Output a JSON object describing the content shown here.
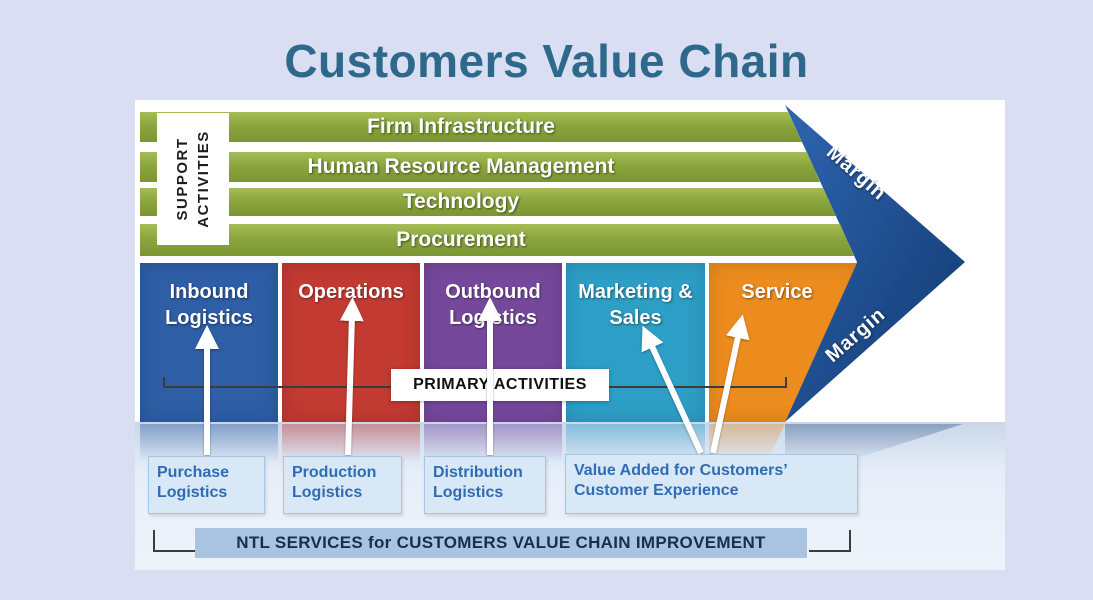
{
  "title": "Customers Value Chain",
  "support_activities": {
    "label": [
      "SUPPORT",
      "ACTIVITIES"
    ],
    "bars": [
      {
        "label": "Firm Infrastructure"
      },
      {
        "label": "Human Resource Management"
      },
      {
        "label": "Technology"
      },
      {
        "label": "Procurement"
      }
    ]
  },
  "margin": {
    "top": "Margin",
    "bottom": "Margin"
  },
  "primary_activities": {
    "label": "PRIMARY ACTIVITIES",
    "blocks": [
      {
        "label": "Inbound Logistics",
        "color": "#2e5ea6"
      },
      {
        "label": "Operations",
        "color": "#c23a31"
      },
      {
        "label": "Outbound Logistics",
        "color": "#76489c"
      },
      {
        "label": "Marketing & Sales",
        "color": "#2d9ec6"
      },
      {
        "label": "Service",
        "color": "#ec8c1e"
      }
    ]
  },
  "callouts": [
    {
      "label": "Purchase Logistics"
    },
    {
      "label": "Production Logistics"
    },
    {
      "label": "Distribution Logistics"
    },
    {
      "label": "Value Added for Customers’ Customer Experience"
    }
  ],
  "footer": "NTL SERVICES for CUSTOMERS VALUE CHAIN IMPROVEMENT",
  "colors": {
    "page_bg": "#d9def2",
    "title": "#2e698c",
    "support_bar_green": "#89a33d",
    "margin_chevron_blue": "#1c4a8e",
    "callout_bg": "#d9e8f7",
    "callout_text": "#2f6cb3",
    "footer_bg": "#a8c4e1",
    "footer_text": "#14304d"
  }
}
